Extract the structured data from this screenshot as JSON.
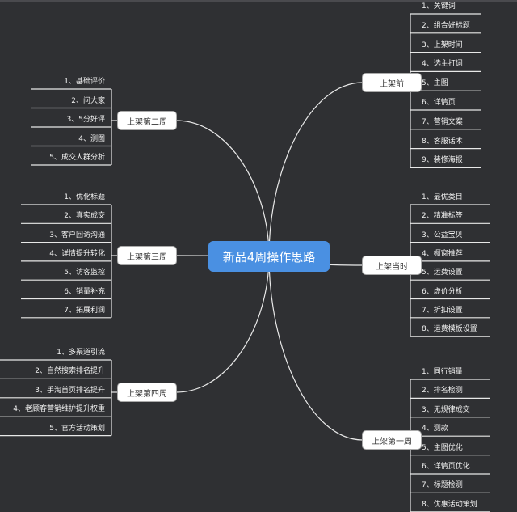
{
  "central": "新品4周操作思路",
  "colors": {
    "background": "#2f3033",
    "central": "#4a90e2",
    "branch_bg": "#ffffff",
    "line": "#e8e8e8"
  },
  "branches": [
    {
      "id": "before",
      "label": "上架前",
      "side": "right",
      "items": [
        "1、关键词",
        "2、组合好标题",
        "3、上架时间",
        "4、选主打词",
        "5、主图",
        "6、详情页",
        "7、营销文案",
        "8、客服话术",
        "9、装修海报"
      ]
    },
    {
      "id": "day",
      "label": "上架当时",
      "side": "right",
      "items": [
        "1、最优类目",
        "2、精准标签",
        "3、公益宝贝",
        "4、橱窗推荐",
        "5、运费设置",
        "6、虚价分析",
        "7、折扣设置",
        "8、运费模板设置"
      ]
    },
    {
      "id": "week1",
      "label": "上架第一周",
      "side": "right",
      "items": [
        "1、同行销量",
        "2、排名检测",
        "3、无规律成交",
        "4、测款",
        "5、主图优化",
        "6、详情页优化",
        "7、标题检测",
        "8、优惠活动策划"
      ]
    },
    {
      "id": "week2",
      "label": "上架第二周",
      "side": "left",
      "items": [
        "1、基础评价",
        "2、问大家",
        "3、5分好评",
        "4、测图",
        "5、成交人群分析"
      ]
    },
    {
      "id": "week3",
      "label": "上架第三周",
      "side": "left",
      "items": [
        "1、优化标题",
        "2、真实成交",
        "3、客户回访沟通",
        "4、详情提升转化",
        "5、访客监控",
        "6、销量补充",
        "7、拓展利润"
      ]
    },
    {
      "id": "week4",
      "label": "上架第四周",
      "side": "left",
      "items": [
        "1、多渠道引流",
        "2、自然搜索排名提升",
        "3、手淘首页排名提升",
        "4、老顾客营销维护提升权重",
        "5、官方活动策划"
      ]
    }
  ]
}
